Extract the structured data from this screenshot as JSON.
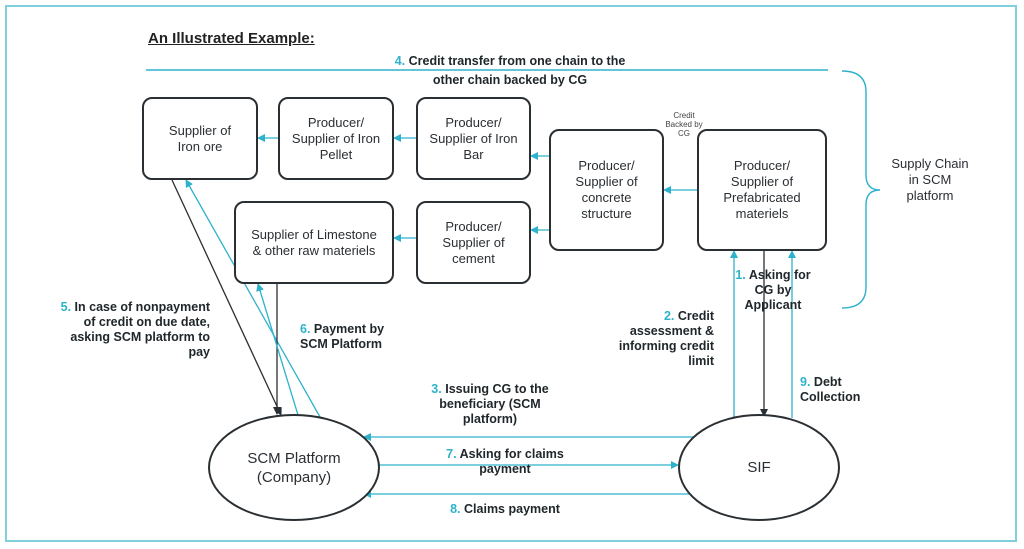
{
  "heading": "An Illustrated Example:",
  "boxes": {
    "iron_ore": "Supplier of Iron ore",
    "iron_pellet": "Producer/ Supplier of Iron Pellet",
    "iron_bar": "Producer/ Supplier of Iron Bar",
    "concrete": "Producer/ Supplier of concrete structure",
    "prefab": "Producer/ Supplier of Prefabricated materiels",
    "limestone": "Supplier of Limestone & other raw materiels",
    "cement": "Producer/ Supplier of cement"
  },
  "ellipses": {
    "scm": "SCM Platform (Company)",
    "sif": "SIF"
  },
  "credit_backed": "Credit Backed by CG",
  "supply_chain": "Supply Chain in SCM platform",
  "steps": [
    {
      "num": "1.",
      "text": "Asking for CG by Applicant"
    },
    {
      "num": "2.",
      "text": "Credit assessment & informing credit limit"
    },
    {
      "num": "3.",
      "text": "Issuing CG to the beneficiary (SCM platform)"
    },
    {
      "num": "4.",
      "text": "Credit transfer from one chain to the other chain backed by CG"
    },
    {
      "num": "5.",
      "text": "In case of nonpayment of credit on due date, asking SCM platform to pay"
    },
    {
      "num": "6.",
      "text": "Payment by SCM Platform"
    },
    {
      "num": "7.",
      "text": "Asking for claims payment"
    },
    {
      "num": "8.",
      "text": "Claims payment"
    },
    {
      "num": "9.",
      "text": "Debt Collection"
    }
  ],
  "colors": {
    "accent": "#2eb2cc",
    "line": "#2a2f33",
    "frame": "#7fcfdd"
  }
}
